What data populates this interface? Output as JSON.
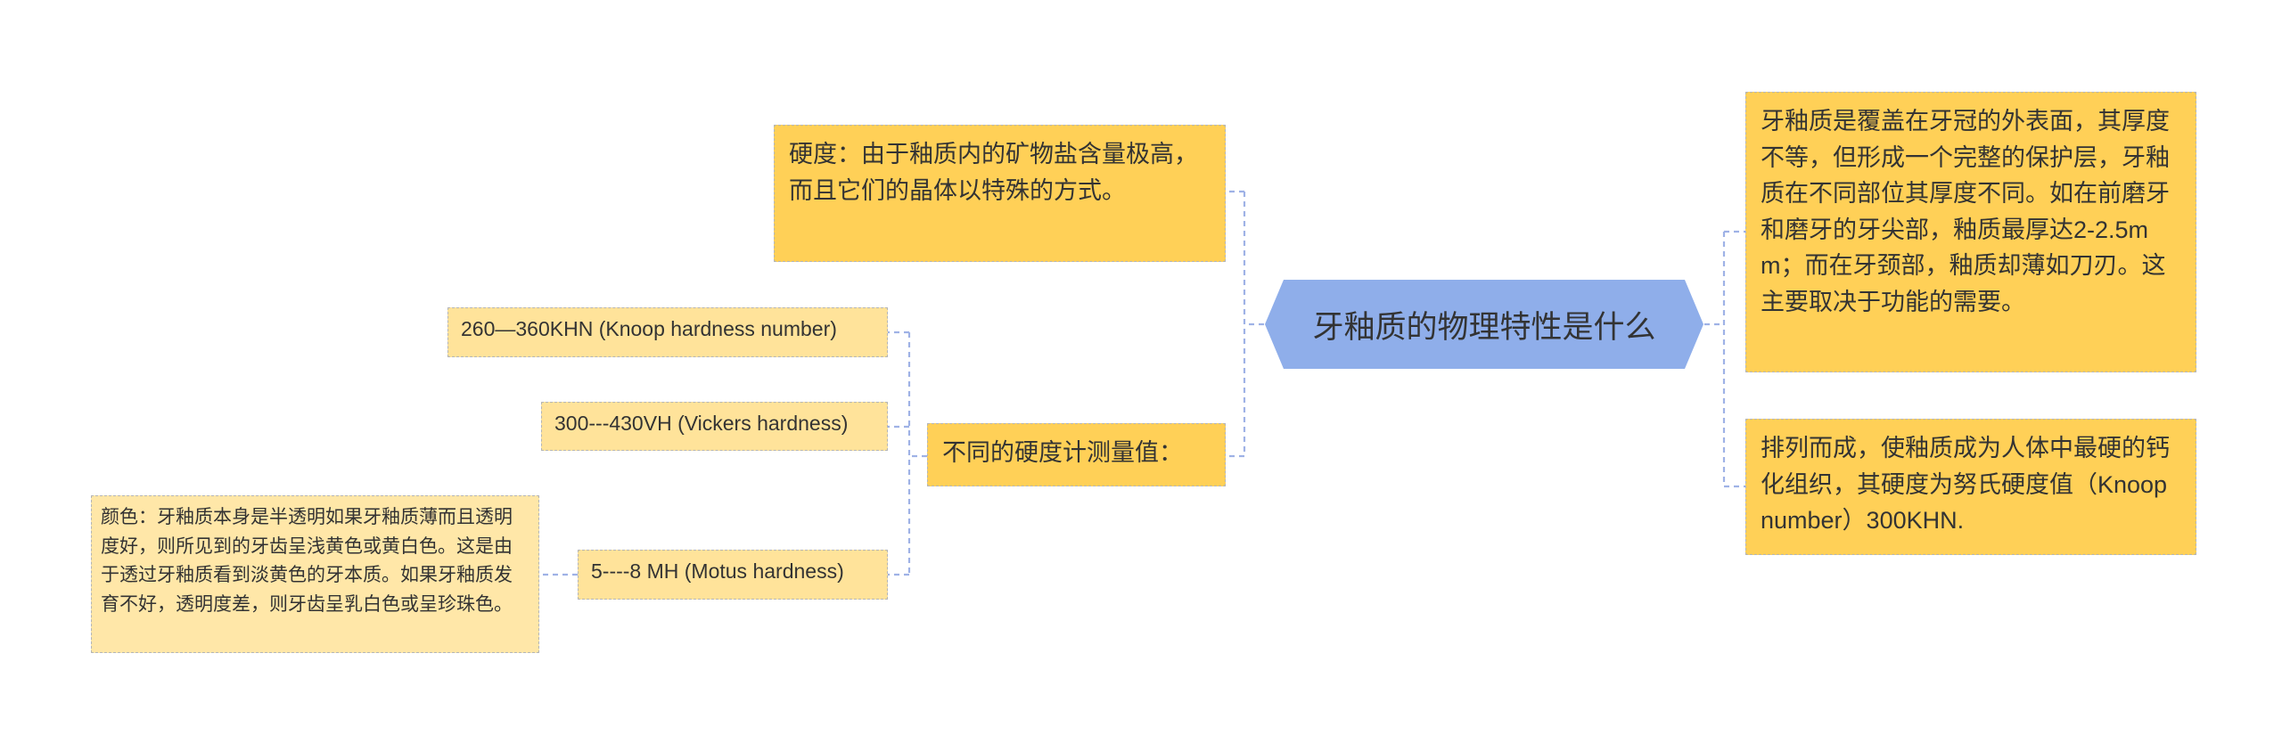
{
  "center": {
    "label": "牙釉质的物理特性是什么",
    "fill": "#8faeea"
  },
  "left": {
    "hardness": "硬度：由于釉质内的矿物盐含量极高，而且它们的晶体以特殊的方式。",
    "measures": {
      "label": "不同的硬度计测量值：",
      "items": [
        "260—360KHN (Knoop hardness number)",
        "300---430VH (Vickers hardness)",
        "5----8 MH (Motus hardness)"
      ]
    },
    "color_note": "颜色：牙釉质本身是半透明如果牙釉质薄而且透明度好，则所见到的牙齿呈浅黄色或黄白色。这是由于透过牙釉质看到淡黄色的牙本质。如果牙釉质发育不好，透明度差，则牙齿呈乳白色或呈珍珠色。"
  },
  "right": {
    "thickness": "牙釉质是覆盖在牙冠的外表面，其厚度不等，但形成一个完整的保护层，牙釉质在不同部位其厚度不同。如在前磨牙和磨牙的牙尖部，釉质最厚达2-2.5mm；而在牙颈部，釉质却薄如刀刃。这主要取决于功能的需要。",
    "arrangement": "排列而成，使釉质成为人体中最硬的钙化组织，其硬度为努氏硬度值（Knoop number）300KHN."
  },
  "colors": {
    "level1": "#ffd057",
    "level2": "#ffe39a",
    "level3": "#ffe7a8",
    "connector": "#9fb2e6"
  }
}
